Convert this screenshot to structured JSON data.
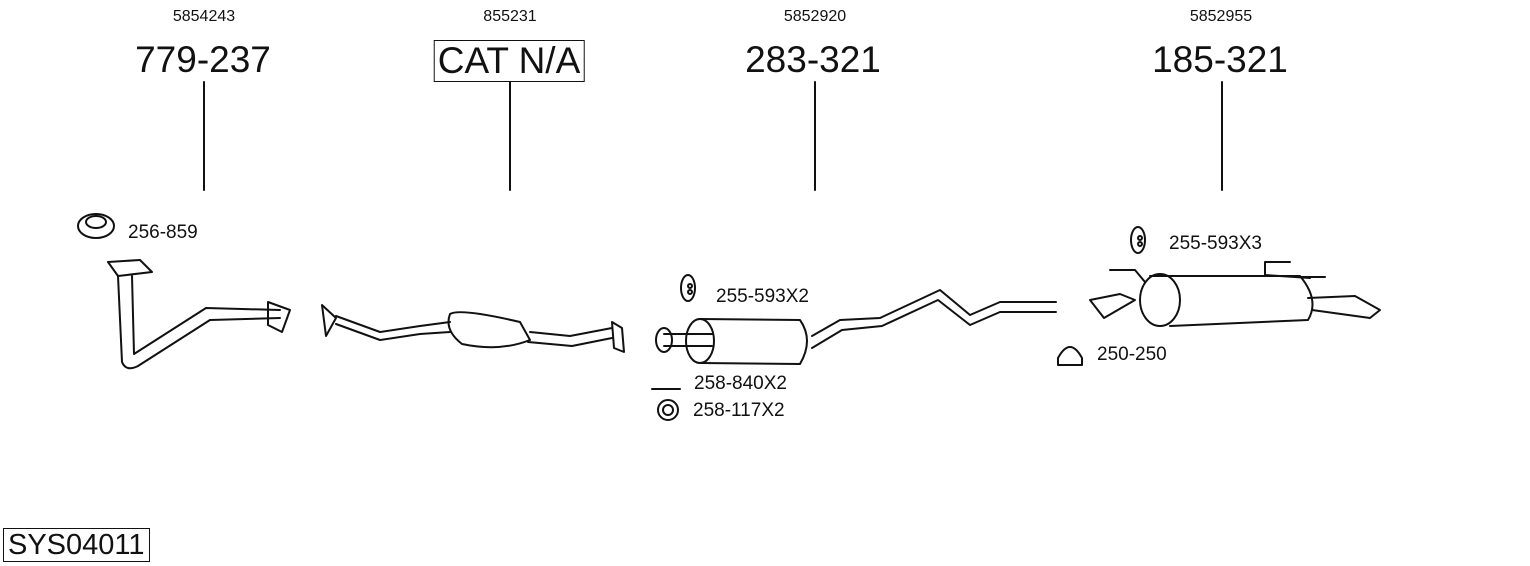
{
  "parts": [
    {
      "oe_number": "5854243",
      "part_number": "779-237"
    },
    {
      "oe_number": "855231",
      "part_number": "CAT N/A"
    },
    {
      "oe_number": "5852920",
      "part_number": "283-321"
    },
    {
      "oe_number": "5852955",
      "part_number": "185-321"
    }
  ],
  "accessories": [
    {
      "label": "256-859"
    },
    {
      "label": "255-593X2"
    },
    {
      "label": "258-840X2"
    },
    {
      "label": "258-117X2"
    },
    {
      "label": "255-593X3"
    },
    {
      "label": "250-250"
    }
  ],
  "system_code": "SYS04011"
}
